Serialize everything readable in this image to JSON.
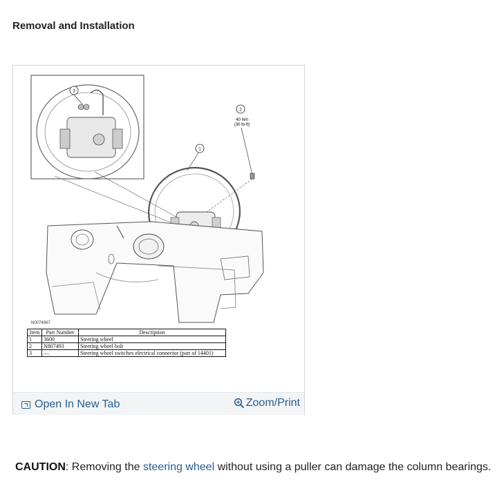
{
  "page": {
    "title": "Removal and Installation"
  },
  "figure": {
    "code": "N0074987",
    "callouts": {
      "one": "1",
      "two": "2",
      "three": "3",
      "torque_nm": "40 Nm",
      "torque_lbft": "(30 lb-ft)"
    },
    "table": {
      "headers": {
        "item": "Item",
        "part_number": "Part Number",
        "description": "Description"
      },
      "rows": [
        {
          "item": "1",
          "part_number": "3600",
          "description": "Steering wheel"
        },
        {
          "item": "2",
          "part_number": "N807493",
          "description": "Steering wheel bolt"
        },
        {
          "item": "3",
          "part_number": "—",
          "description": "Steering wheel switches electrical connector (part of 14401)"
        }
      ]
    },
    "footer": {
      "open_tab": "Open In New Tab",
      "zoom_print": "Zoom/Print"
    }
  },
  "caution": {
    "label": "CAUTION",
    "before": ": Removing the ",
    "link": "steering wheel",
    "after": " without using a puller can damage the column bearings."
  }
}
